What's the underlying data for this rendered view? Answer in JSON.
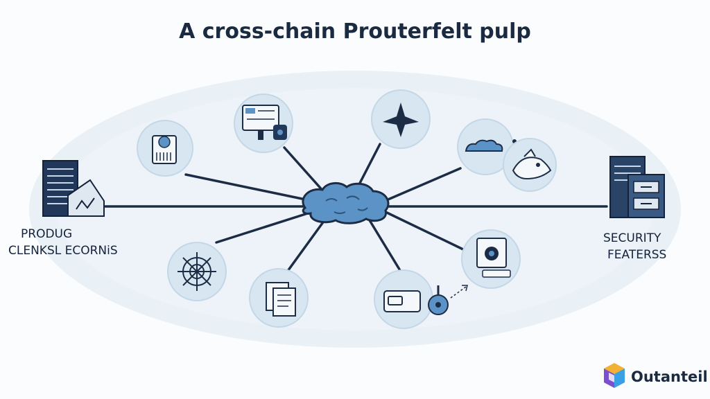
{
  "title": "A cross-chain Prouterfelt pulp",
  "left_label": {
    "line1": "PRODUG",
    "line2": "CLENKSL ECORNiS"
  },
  "right_label": {
    "line1": "SECURITY",
    "line2": "FEATERSS"
  },
  "logo": {
    "text": "Outanteil"
  },
  "colors": {
    "ink": "#1a2a40",
    "hub": "#5b90c2",
    "node_fill": "#ddeaf3",
    "ellipse": "#e8eff5"
  }
}
